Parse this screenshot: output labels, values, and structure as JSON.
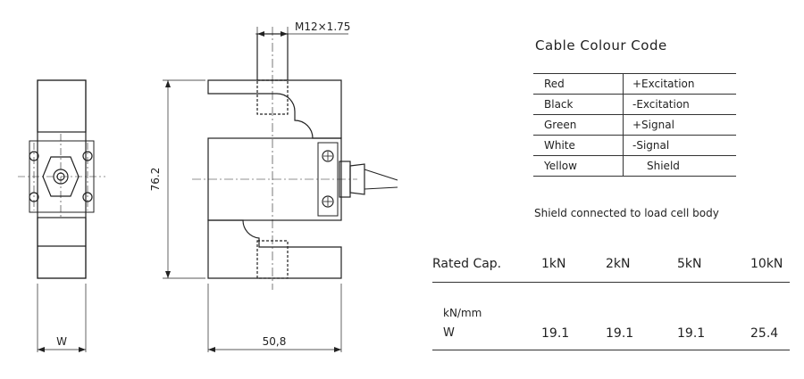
{
  "drawing": {
    "thread_label": "M12×1.75",
    "height_label": "76.2",
    "width_label": "50,8",
    "side_width_label": "W"
  },
  "cable_colour": {
    "title": "Cable Colour Code",
    "rows": [
      {
        "colour": "Red",
        "function": "+Excitation"
      },
      {
        "colour": "Black",
        "function": "-Excitation"
      },
      {
        "colour": "Green",
        "function": "+Signal"
      },
      {
        "colour": "White",
        "function": "-Signal"
      },
      {
        "colour": "Yellow",
        "function": "Shield"
      }
    ],
    "note": "Shield connected to load cell body"
  },
  "spec": {
    "header_label": "Rated Cap.",
    "capacities": [
      "1kN",
      "2kN",
      "5kN",
      "10kN"
    ],
    "unit_label": "kN/mm",
    "row_label": "W",
    "values": [
      "19.1",
      "19.1",
      "19.1",
      "25.4"
    ]
  }
}
